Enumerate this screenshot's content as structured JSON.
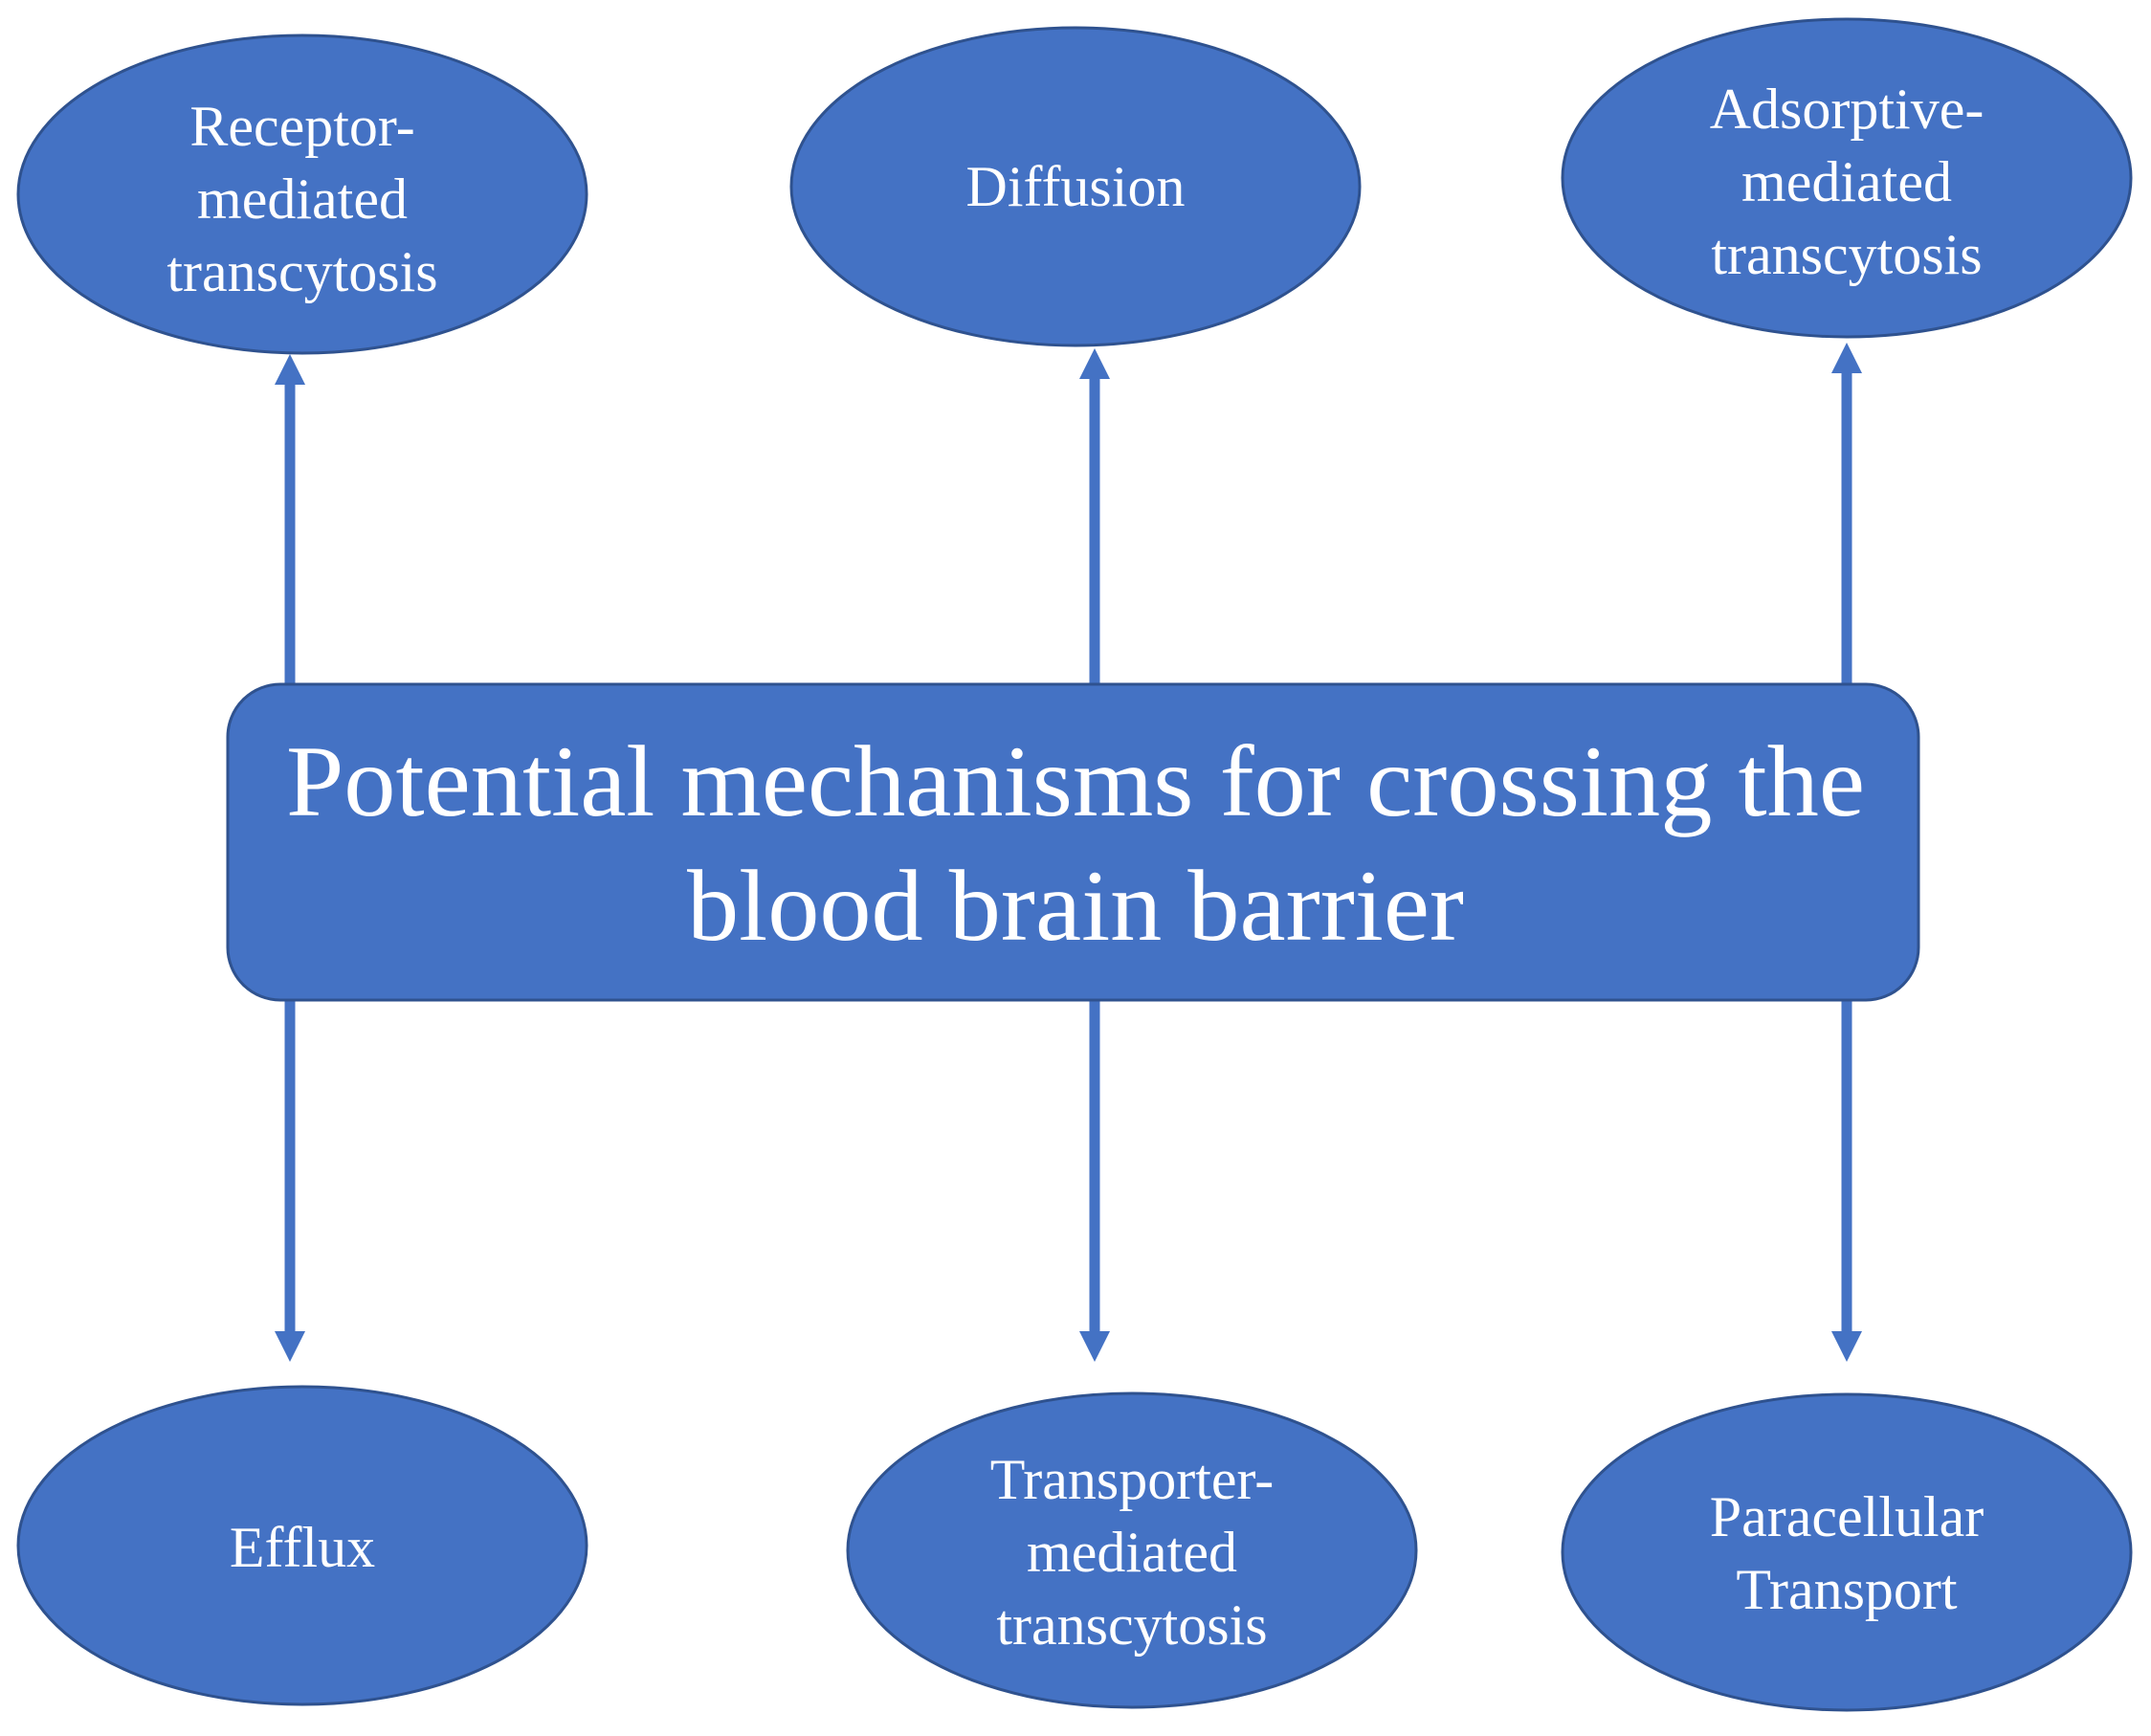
{
  "diagram": {
    "center": {
      "lines": [
        "Potential mechanisms for crossing the",
        "blood brain barrier"
      ]
    },
    "nodes": [
      {
        "id": "receptor-mediated-transcytosis",
        "position": "top-left",
        "lines": [
          "Receptor-",
          "mediated",
          "transcytosis"
        ],
        "arrow": "up"
      },
      {
        "id": "diffusion",
        "position": "top-center",
        "lines": [
          "Diffusion"
        ],
        "arrow": "up"
      },
      {
        "id": "adsorptive-mediated-transcytosis",
        "position": "top-right",
        "lines": [
          "Adsorptive-",
          "mediated",
          "transcytosis"
        ],
        "arrow": "up"
      },
      {
        "id": "efflux",
        "position": "bottom-left",
        "lines": [
          "Efflux"
        ],
        "arrow": "down"
      },
      {
        "id": "transporter-mediated-transcytosis",
        "position": "bottom-center",
        "lines": [
          "Transporter-",
          "mediated",
          "transcytosis"
        ],
        "arrow": "down"
      },
      {
        "id": "paracellular-transport",
        "position": "bottom-right",
        "lines": [
          "Paracellular",
          "Transport"
        ],
        "arrow": "down"
      }
    ],
    "colors": {
      "fill": "#4472C4",
      "border": "#2F528F",
      "text": "#FFFFFF",
      "background": "#FFFFFF"
    }
  }
}
